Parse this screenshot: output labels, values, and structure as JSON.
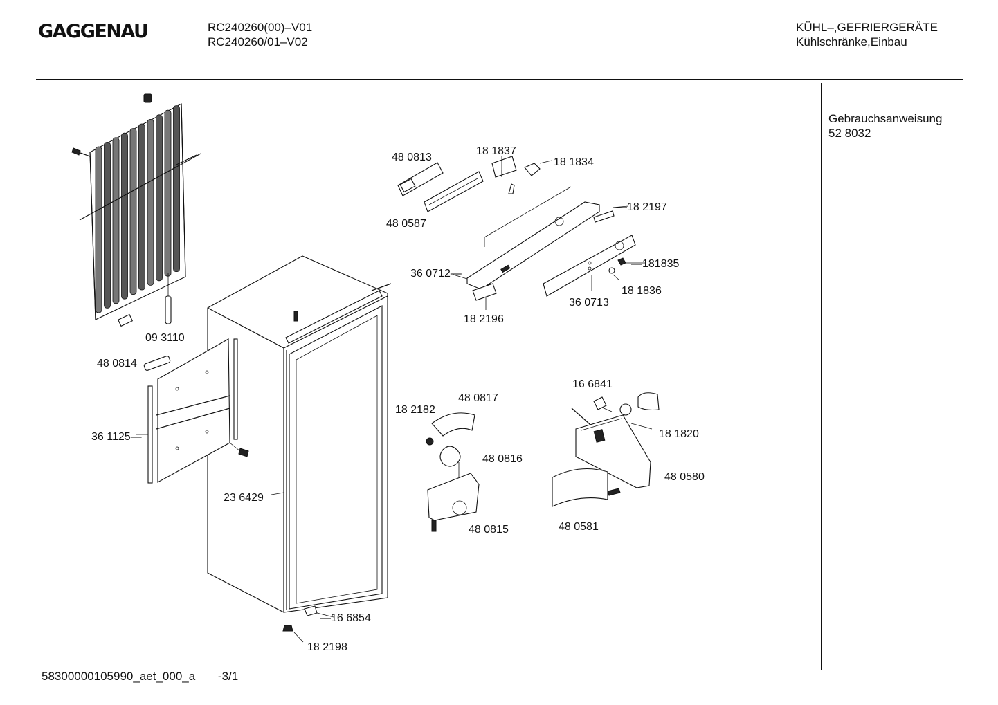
{
  "header": {
    "brand": "GAGGENAU",
    "model_line1": "RC240260(00)–V01",
    "model_line2": "RC240260/01–V02",
    "category_line1": "KÜHL–,GEFRIERGERÄTE",
    "category_line2": "Kühlschränke,Einbau"
  },
  "sidebar": {
    "doc_title": "Gebrauchsanweisung",
    "doc_number": "52 8032"
  },
  "footer": {
    "doc_id": "58300000105990_aet_000_a",
    "page": "-3/1"
  },
  "parts": [
    {
      "id": "p093110",
      "label": "09 3110"
    },
    {
      "id": "p480814",
      "label": "48 0814"
    },
    {
      "id": "p361125",
      "label": "36 1125—"
    },
    {
      "id": "p236429",
      "label": "23 6429"
    },
    {
      "id": "p166854",
      "label": "—16 6854"
    },
    {
      "id": "p182198",
      "label": "18 2198"
    },
    {
      "id": "p480813",
      "label": "48 0813"
    },
    {
      "id": "p181837",
      "label": "18 1837"
    },
    {
      "id": "p181834",
      "label": "18 1834"
    },
    {
      "id": "p480587",
      "label": "48 0587"
    },
    {
      "id": "p182197",
      "label": "—18 2197"
    },
    {
      "id": "p360712",
      "label": "36 0712—"
    },
    {
      "id": "p181835",
      "label": "—181835"
    },
    {
      "id": "p181836",
      "label": "18 1836"
    },
    {
      "id": "p360713",
      "label": "36 0713"
    },
    {
      "id": "p182196",
      "label": "18 2196"
    },
    {
      "id": "p480817",
      "label": "48 0817"
    },
    {
      "id": "p182182",
      "label": "18 2182"
    },
    {
      "id": "p480816",
      "label": "48 0816"
    },
    {
      "id": "p480815",
      "label": "48 0815"
    },
    {
      "id": "p166841",
      "label": "16 6841"
    },
    {
      "id": "p181820",
      "label": "18 1820"
    },
    {
      "id": "p480580",
      "label": "48 0580"
    },
    {
      "id": "p480581",
      "label": "48 0581"
    }
  ]
}
